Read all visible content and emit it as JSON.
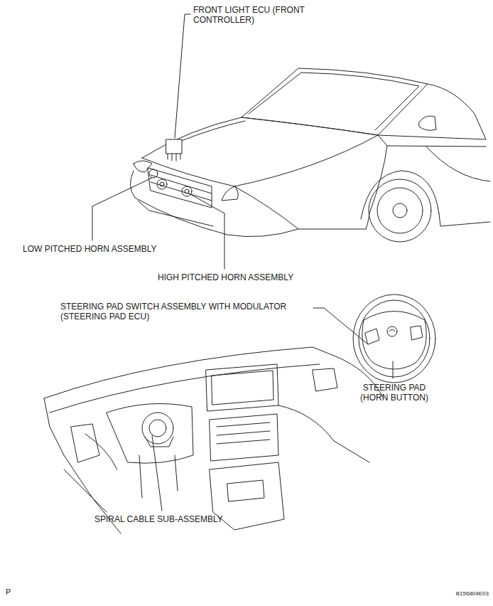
{
  "diagram": {
    "labels": [
      "FRONT LIGHT ECU (FRONT CONTROLLER)",
      "LOW PITCHED HORN ASSEMBLY",
      "HIGH PITCHED HORN ASSEMBLY",
      "STEERING PAD SWITCH ASSEMBLY WITH MODULATOR (STEERING PAD ECU)",
      "STEERING PAD (HORN BUTTON)",
      "SPIRAL CABLE SUB-ASSEMBLY",
      "P",
      "B156804E03"
    ]
  }
}
